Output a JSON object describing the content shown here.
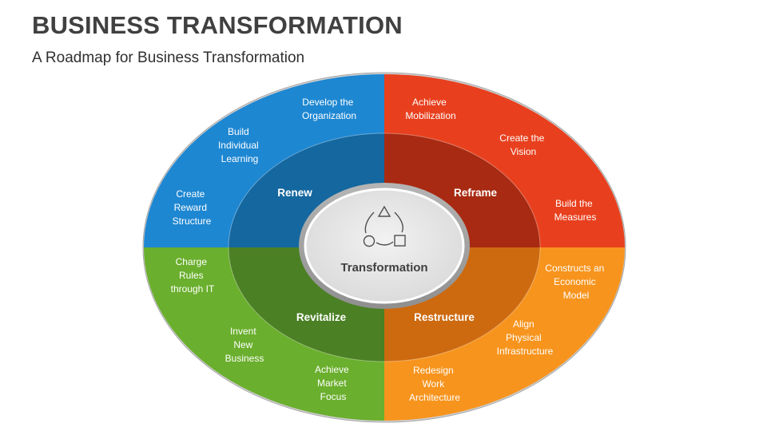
{
  "header": {
    "title": "BUSINESS TRANSFORMATION",
    "subtitle": "A Roadmap for Business Transformation"
  },
  "center": {
    "label": "Transformation",
    "icon": "shapes-cycle-icon"
  },
  "quadrants": {
    "renew": {
      "label": "Renew",
      "outer_color": "#1E87D2",
      "inner_color": "#14679F",
      "items": [
        [
          "Develop the",
          "Organization"
        ],
        [
          "Build",
          "Individual",
          "Learning"
        ],
        [
          "Create",
          "Reward",
          "Structure"
        ]
      ]
    },
    "reframe": {
      "label": "Reframe",
      "outer_color": "#E8401E",
      "inner_color": "#A82A12",
      "items": [
        [
          "Achieve",
          "Mobilization"
        ],
        [
          "Create the",
          "Vision"
        ],
        [
          "Build the",
          "Measures"
        ]
      ]
    },
    "revitalize": {
      "label": "Revitalize",
      "outer_color": "#6AAF2D",
      "inner_color": "#4B8024",
      "items": [
        [
          "Charge",
          "Rules",
          "through IT"
        ],
        [
          "Invent",
          "New",
          "Business"
        ],
        [
          "Achieve",
          "Market",
          "Focus"
        ]
      ]
    },
    "restructure": {
      "label": "Restructure",
      "outer_color": "#F7941D",
      "inner_color": "#CD6A10",
      "items": [
        [
          "Constructs an",
          "Economic",
          "Model"
        ],
        [
          "Align",
          "Physical",
          "Infrastructure"
        ],
        [
          "Redesign",
          "Work",
          "Architecture"
        ]
      ]
    }
  }
}
